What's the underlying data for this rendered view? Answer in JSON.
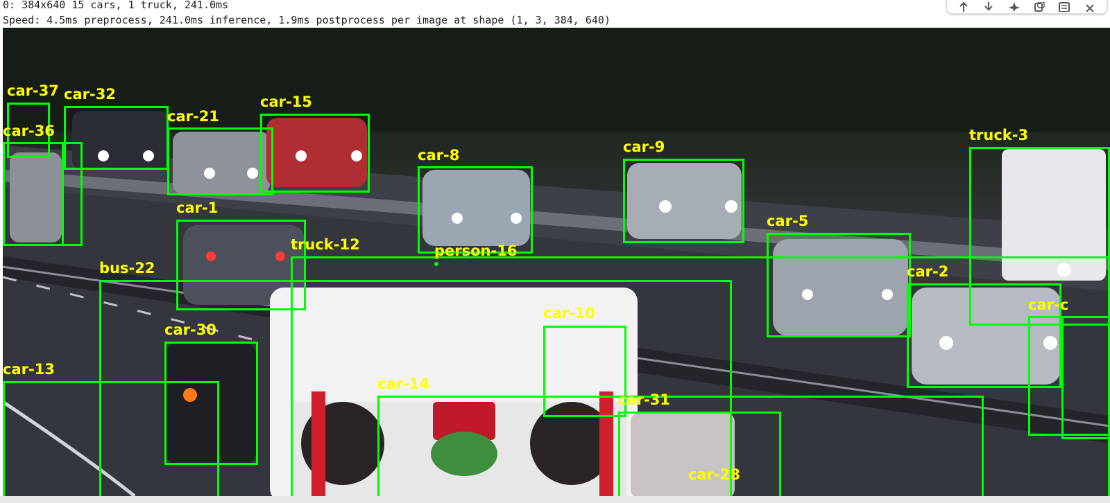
{
  "output_log": {
    "line1": "0: 384x640 15 cars, 1 truck, 241.0ms",
    "line2": "Speed: 4.5ms preprocess, 241.0ms inference, 1.9ms postprocess per image at shape (1, 3, 384, 640)"
  },
  "toolbar": {
    "icons": [
      "arrow-up-icon",
      "arrow-down-icon",
      "sparkle-icon",
      "copy-icon",
      "notes-icon",
      "close-icon"
    ]
  },
  "detections": [
    {
      "label": "car-37"
    },
    {
      "label": "car-32"
    },
    {
      "label": "car-36"
    },
    {
      "label": "car-21"
    },
    {
      "label": "car-15"
    },
    {
      "label": "car-8"
    },
    {
      "label": "car-9"
    },
    {
      "label": "truck-3"
    },
    {
      "label": "car-1"
    },
    {
      "label": "car-5"
    },
    {
      "label": "truck-12"
    },
    {
      "label": "person-16"
    },
    {
      "label": "bus-22"
    },
    {
      "label": "car-2"
    },
    {
      "label": "car-10"
    },
    {
      "label": "car-30"
    },
    {
      "label": "car-13"
    },
    {
      "label": "car-14"
    },
    {
      "label": "car-31"
    },
    {
      "label": "car-28"
    },
    {
      "label": "car-c"
    }
  ],
  "colors": {
    "box": "#00ff00",
    "label": "#ffff00"
  }
}
